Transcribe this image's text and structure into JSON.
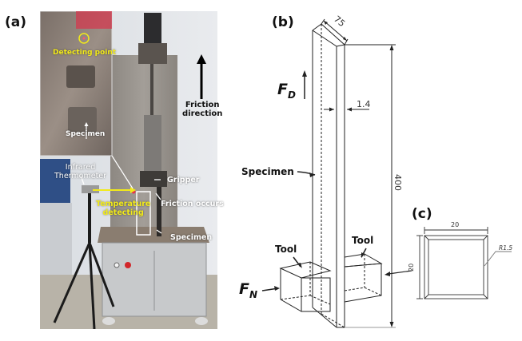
{
  "figure": {
    "panels": [
      {
        "id": "a",
        "label": "(a)"
      },
      {
        "id": "b",
        "label": "(b)"
      },
      {
        "id": "c",
        "label": "(c)"
      }
    ]
  },
  "photo": {
    "inset": {
      "detecting_point": "Detecting point",
      "specimen": "Specimen"
    },
    "friction_direction": [
      "Friction",
      "direction"
    ],
    "infrared_thermometer": [
      "Infrared",
      "Thermometer"
    ],
    "gripper": "Gripper",
    "temperature_detecting": [
      "Temperature",
      "detecting"
    ],
    "friction_occurs": "Friction occurs",
    "specimen": "Specimen",
    "colors": {
      "annotation_yellow": "#f2ea1a",
      "annotation_white": "#ffffff"
    }
  },
  "schematic": {
    "force_drag": {
      "symbol": "F",
      "subscript": "D"
    },
    "force_normal": {
      "symbol": "F",
      "subscript": "N"
    },
    "specimen_label": "Specimen",
    "tool_left": "Tool",
    "tool_right": "Tool",
    "dim_width": "75",
    "dim_thickness": "1.4",
    "dim_length": "400"
  },
  "section": {
    "dim_width": "20",
    "dim_height": "20",
    "radius": "R1.5"
  }
}
